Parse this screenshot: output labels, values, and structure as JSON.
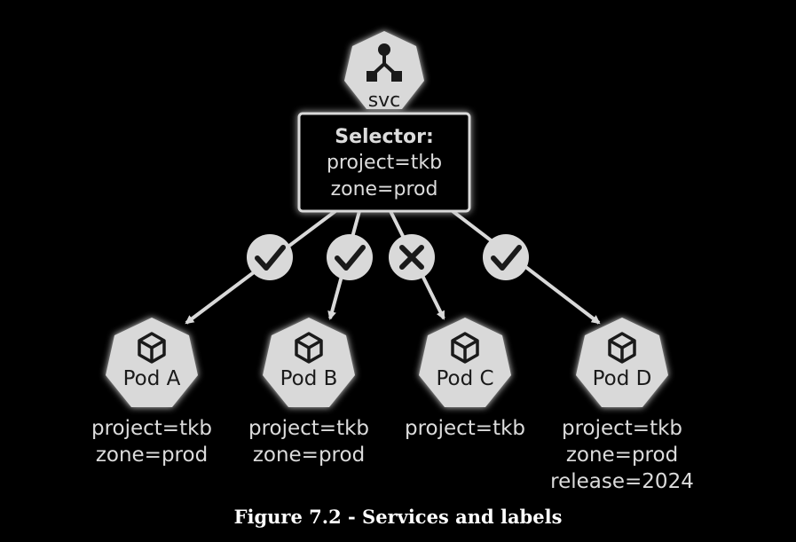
{
  "service": {
    "label": "svc",
    "selector_title": "Selector:",
    "selector_lines": [
      "project=tkb",
      "zone=prod"
    ]
  },
  "pods": [
    {
      "name": "Pod A",
      "labels": [
        "project=tkb",
        "zone=prod"
      ],
      "match": true
    },
    {
      "name": "Pod B",
      "labels": [
        "project=tkb",
        "zone=prod"
      ],
      "match": true
    },
    {
      "name": "Pod C",
      "labels": [
        "project=tkb"
      ],
      "match": false
    },
    {
      "name": "Pod D",
      "labels": [
        "project=tkb",
        "zone=prod",
        "release=2024"
      ],
      "match": true
    }
  ],
  "icons": {
    "service": "network-hub-icon",
    "pod": "cube-icon",
    "match": "check-icon",
    "no_match": "cross-icon"
  },
  "colors": {
    "background": "#000000",
    "node_fill": "#d9d9d9",
    "text": "#dcdcdc",
    "glyph": "#1a1a1a"
  },
  "caption": "Figure 7.2 - Services and labels"
}
